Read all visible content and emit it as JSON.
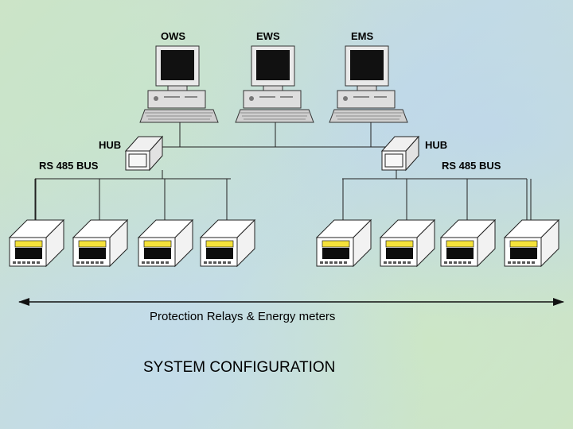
{
  "workstations": [
    {
      "label": "OWS",
      "icon": "computer-icon"
    },
    {
      "label": "EWS",
      "icon": "computer-icon"
    },
    {
      "label": "EMS",
      "icon": "computer-icon"
    }
  ],
  "hubs": [
    {
      "label": "HUB",
      "bus": "RS 485 BUS"
    },
    {
      "label": "HUB",
      "bus": "RS 485 BUS"
    }
  ],
  "devices": {
    "count": 8,
    "icon": "relay-device-icon"
  },
  "arrow_caption": "Protection Relays & Energy meters",
  "title": "SYSTEM CONFIGURATION"
}
